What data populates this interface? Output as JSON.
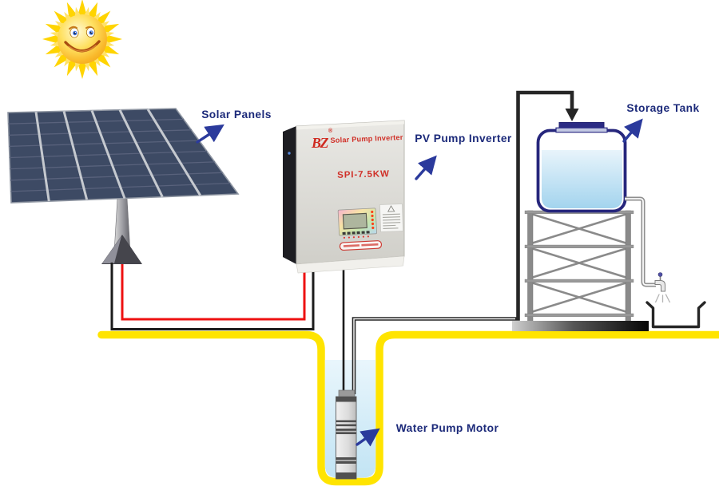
{
  "diagram": {
    "labels": {
      "solar_panels": "Solar Panels",
      "pv_pump_inverter": "PV Pump Inverter",
      "storage_tank": "Storage Tank",
      "water_pump_motor": "Water Pump Motor"
    },
    "inverter": {
      "brand": "BZ",
      "trademark": "®",
      "name": "Solar Pump Inverter",
      "model": "SPI-7.5KW"
    },
    "colors": {
      "label_text": "#1c2a7a",
      "arrow": "#2b3a9c",
      "ground": "#ffe400",
      "wire_positive": "#ee1111",
      "wire_negative": "#1c1c1c",
      "pipe_black": "#262626",
      "pipe_gray": "#8f8f8f",
      "tank_border": "#26267c",
      "tank_cap": "#2b2b84",
      "water_light_blue": "#bfe3f5",
      "panel_cell": "#3d4a64",
      "stand_gray": "#8a8a8a",
      "inverter_red": "#d03028",
      "sun_yellow": "#ffd400"
    }
  }
}
